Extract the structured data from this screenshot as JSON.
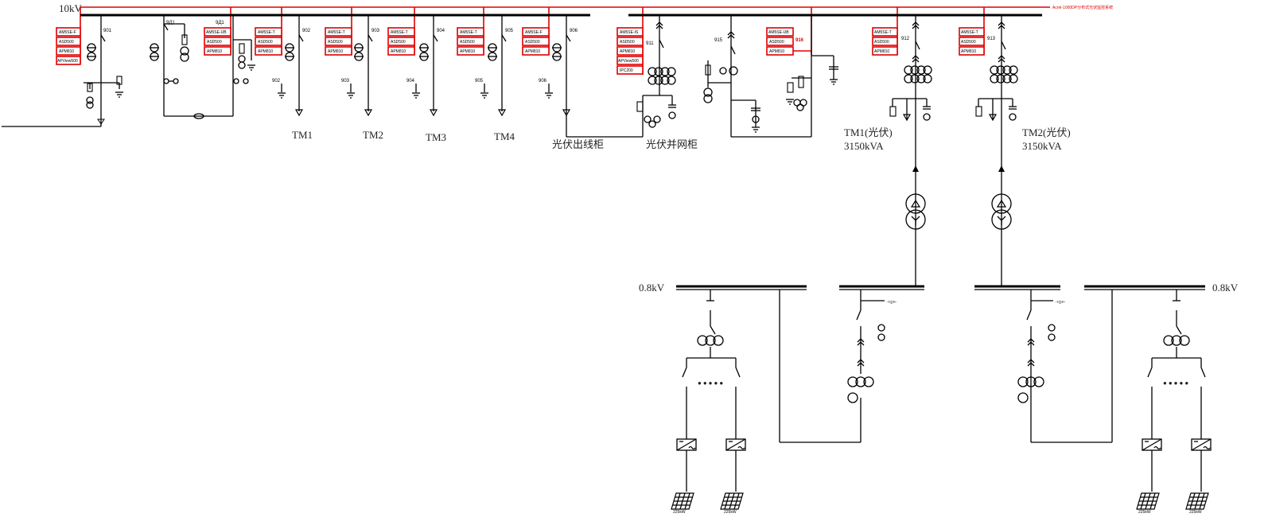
{
  "diagram": {
    "bus_10kv_label": "10kV",
    "bus_08kv_left_label": "0.8kV",
    "bus_08kv_right_label": "0.8kV",
    "system_label": "Acrel-1000DP分布式光伏监控系统",
    "colors": {
      "monitoring": "#e00000",
      "wiring": "#000000"
    },
    "device_groups": [
      {
        "id": "g1",
        "items": [
          "AM5SE-F",
          "ASD500",
          "APM810",
          "APView500"
        ]
      },
      {
        "id": "g2",
        "items": [
          "AM5SE-UB",
          "ASD500",
          "APM810"
        ]
      },
      {
        "id": "g3",
        "items": [
          "AM5SE-T",
          "ASD500",
          "APM810"
        ]
      },
      {
        "id": "g4",
        "items": [
          "AM5SE-T",
          "ASD500",
          "APM810"
        ]
      },
      {
        "id": "g5",
        "items": [
          "AM5SE-T",
          "ASD500",
          "APM810"
        ]
      },
      {
        "id": "g6",
        "items": [
          "AM5SE-T",
          "ASD500",
          "APM810"
        ]
      },
      {
        "id": "g7",
        "items": [
          "AM5SE-F",
          "ASD500",
          "APM810"
        ]
      },
      {
        "id": "g8",
        "items": [
          "AM5SE-IS",
          "ASD500",
          "APM810",
          "APView500",
          "IPC200"
        ]
      },
      {
        "id": "g9",
        "items": [
          "AM5SE-UB",
          "ASD500",
          "APM810"
        ]
      },
      {
        "id": "g10",
        "items": [
          "AM5SE-T",
          "ASD500",
          "APM810"
        ]
      },
      {
        "id": "g11",
        "items": [
          "AM5SE-T",
          "ASD500",
          "APM810"
        ]
      }
    ],
    "switch_labels": [
      "901",
      "9Д1",
      "902",
      "903",
      "904",
      "905",
      "906",
      "911",
      "915",
      "916",
      "912",
      "913"
    ],
    "feeder_labels": [
      "TM1",
      "TM2",
      "TM3",
      "TM4",
      "光伏出线柜",
      "光伏并网柜"
    ],
    "transformers": [
      {
        "name": "TM1(光伏)",
        "rating": "3150kVA"
      },
      {
        "name": "TM2(光伏)",
        "rating": "3150kVA"
      }
    ],
    "panel_labels": [
      "225kW",
      "225kW",
      "225kW",
      "225kW"
    ],
    "dots": "● ● ● ● ●"
  }
}
